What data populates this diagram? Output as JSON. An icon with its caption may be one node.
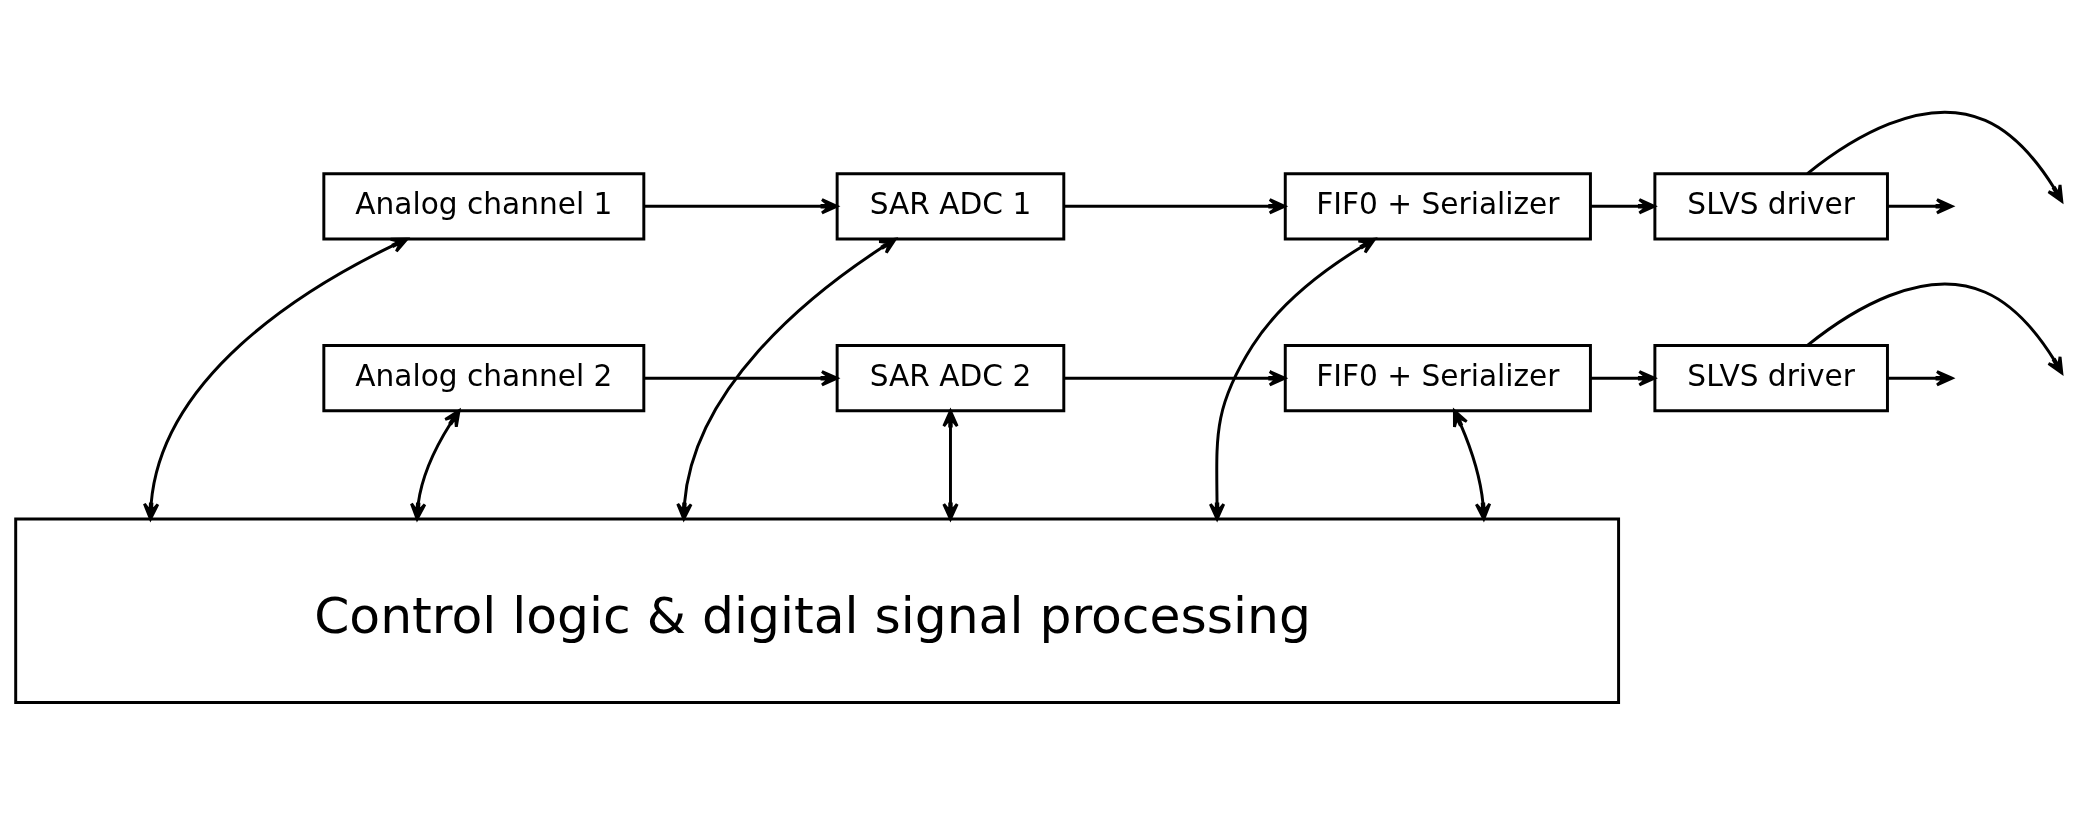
{
  "diagram": {
    "nodes": [
      {
        "text": [
          "Analog channel 1"
        ]
      },
      {
        "text": [
          "SAR ADC 1"
        ]
      },
      {
        "text": [
          "FIF0 + Serializer"
        ]
      },
      {
        "text": [
          "SLVS driver"
        ]
      },
      {
        "text": [
          "Analog channel 2"
        ]
      },
      {
        "text": [
          "SAR ADC 2"
        ]
      },
      {
        "text": [
          "FIF0 + Serializer"
        ]
      },
      {
        "text": [
          "SLVS driver"
        ]
      },
      {
        "text": [
          "Control logic & digital signal processing"
        ]
      }
    ],
    "edges": [
      {
        "from": 0,
        "to": 1,
        "arrow": "to"
      },
      {
        "from": 1,
        "to": 2,
        "arrow": "to"
      },
      {
        "from": 2,
        "to": 3,
        "arrow": "to"
      },
      {
        "from": 3,
        "to": null,
        "arrow": "to"
      },
      {
        "from": 3,
        "to": null,
        "arrow": "to"
      },
      {
        "from": 4,
        "to": 5,
        "arrow": "to"
      },
      {
        "from": 5,
        "to": 6,
        "arrow": "to"
      },
      {
        "from": 6,
        "to": 7,
        "arrow": "to"
      },
      {
        "from": 7,
        "to": null,
        "arrow": "to"
      },
      {
        "from": 7,
        "to": null,
        "arrow": "to"
      },
      {
        "from": 8,
        "to": 0,
        "arrow": "both"
      },
      {
        "from": 8,
        "to": 4,
        "arrow": "both"
      },
      {
        "from": 8,
        "to": 1,
        "arrow": "both"
      },
      {
        "from": 8,
        "to": 5,
        "arrow": "both"
      },
      {
        "from": 8,
        "to": 2,
        "arrow": "both"
      },
      {
        "from": 8,
        "to": 6,
        "arrow": "both"
      }
    ]
  }
}
